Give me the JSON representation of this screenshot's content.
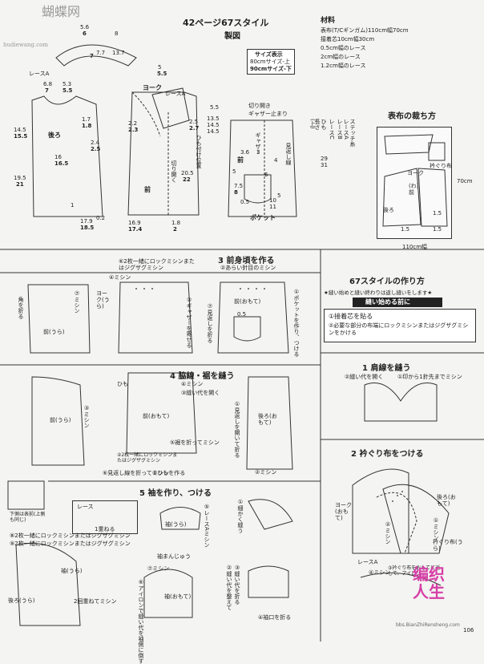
{
  "watermark": {
    "cn": "蝴蝶网",
    "en": "hudiewang.com"
  },
  "header": {
    "title": "42ページ67スタイル",
    "subtitle": "製図"
  },
  "size_box": {
    "title": "サイズ表示",
    "line1": "80cmサイズ-上",
    "line2": "90cmサイズ-下"
  },
  "materials": {
    "title": "材料",
    "lines": [
      "表布(T/Cギンガム)110cm幅70cm",
      "接着芯10cm幅30cm",
      "0.5cm幅のレース",
      "2cm幅のレース",
      "1.2cm幅のレース"
    ]
  },
  "vertical_list": [
    "ステッチ糸",
    "レースA",
    "レースB",
    "レースC",
    "ひも",
    "長さ",
    "(上)",
    "29",
    "31"
  ],
  "cutting": {
    "title": "表布の裁ち方",
    "w": "110cm幅",
    "h": "70cm",
    "labels": [
      "衿ぐり布",
      "ヨーク",
      "後ろ",
      "前",
      "(わ)",
      "1.5",
      "1.5",
      "1.5"
    ]
  },
  "drafting": {
    "labels": [
      "レースA",
      "後ろ",
      "前",
      "ヨーク",
      "切り開き",
      "ギャザー止まり",
      "ギャザー",
      "切り開く",
      "見返し線",
      "ひも付け位置",
      "ポケット",
      "前",
      "レースA"
    ],
    "nums": [
      "5.6",
      "6",
      "8",
      "7",
      "7.7",
      "13.7",
      "14.5",
      "1.7",
      "1.8",
      "14.5",
      "15.5",
      "2.4",
      "2.5",
      "16",
      "16.5",
      "19.5",
      "21",
      "17.9",
      "18.5",
      "6.8",
      "7",
      "5.3",
      "5.5",
      "5",
      "5.5",
      "2.2",
      "2.3",
      "2.5",
      "2.7",
      "0.2",
      "1",
      "3",
      "3.6",
      "4",
      "0.5",
      "7.5",
      "8",
      "5",
      "16.9",
      "17.4",
      "1.8",
      "2",
      "20.5",
      "22",
      "13.5",
      "14.5",
      "5.5",
      "5",
      "6",
      "10",
      "11"
    ]
  },
  "style_panel": {
    "title": "67スタイルの作り方",
    "note": "★縫い始めと縫い終わりは返し縫いをします★",
    "sub": "縫い始める前に",
    "steps": [
      "①接着芯を貼る",
      "②必要な部分の布端にロックミシンまたはジグザグミシンをかける"
    ]
  },
  "sec1": {
    "title": "1 肩線を縫う",
    "a": "②縫い代を開く",
    "b": "①印から1針先までミシン"
  },
  "sec2": {
    "title": "2 衿ぐり布をつける",
    "labels": [
      "ヨーク(おもて)",
      "後ろ(おもて)",
      "レースA",
      "②ミシン",
      "①ミシン",
      "衿ぐり布(うら)",
      "④ミシン",
      "③衿ぐり布をおもてに返して、アイロン"
    ]
  },
  "sec3": {
    "title": "3 前身頃を作る",
    "items": [
      "⑥2枚一緒にロックミシンまたはジグザグミシン",
      "②あらい針目のミシン",
      "④ミシン",
      "①ポケットを作り、つける",
      "③ギャザーを寄せる",
      "⑦見返しを折る",
      "前(おもて)",
      "ヨーク(うら)",
      "前(うら)",
      "0.5",
      "角を折る",
      "⑦ミシン"
    ]
  },
  "sec4": {
    "title": "4 脇線・裾を縫う",
    "items": [
      "ひも",
      "③縫い代を開く",
      "④ミシン",
      "⑤裾を折ってミシン",
      "①ひもを作る",
      "②2枚一緒にロックミシンまたはジグザグミシン",
      "⑥見返し線を折ってミシン",
      "①見返しを開いて折る",
      "②ミシン",
      "前(おもて)",
      "後ろ(おもて)",
      "前(うら)",
      "③ミシン",
      "下側は表前(上側も同じ)"
    ]
  },
  "sec5": {
    "title": "5 袖を作り、つける",
    "items": [
      "レース",
      "1重ねる",
      "⑤レースAミシン",
      "①細かく縫う",
      "②縫い代を整えて",
      "③縫い代を折る",
      "袖(うら)",
      "袖(おもて)",
      "袖まんじゅう",
      "⑦ミシン",
      "⑧2枚一緒にロックミシンまたはジグザグミシン",
      "⑨2枚一緒にロックミシンまたはジグザグミシン",
      "後ろ(うら)",
      "袖(うら)",
      "⑥アイロンで縫い代を袖側に倒す",
      "2回重ねてミシン",
      "④袖口を折る"
    ]
  },
  "page_number": "106",
  "logo": {
    "cn": "编织人生",
    "en": "bbs.BianZhiRensheng.com"
  }
}
